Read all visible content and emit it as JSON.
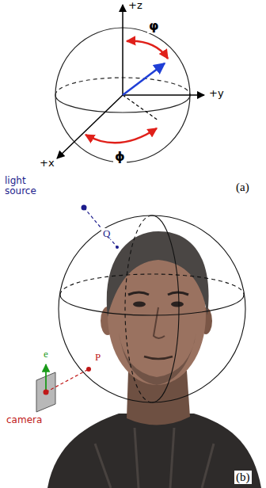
{
  "diagram": {
    "labels": [
      "+z",
      "φ",
      "+y",
      "ϕ",
      "+x",
      "(a)",
      "light source",
      "Q",
      "camera",
      "e",
      "P",
      "(b)"
    ]
  }
}
